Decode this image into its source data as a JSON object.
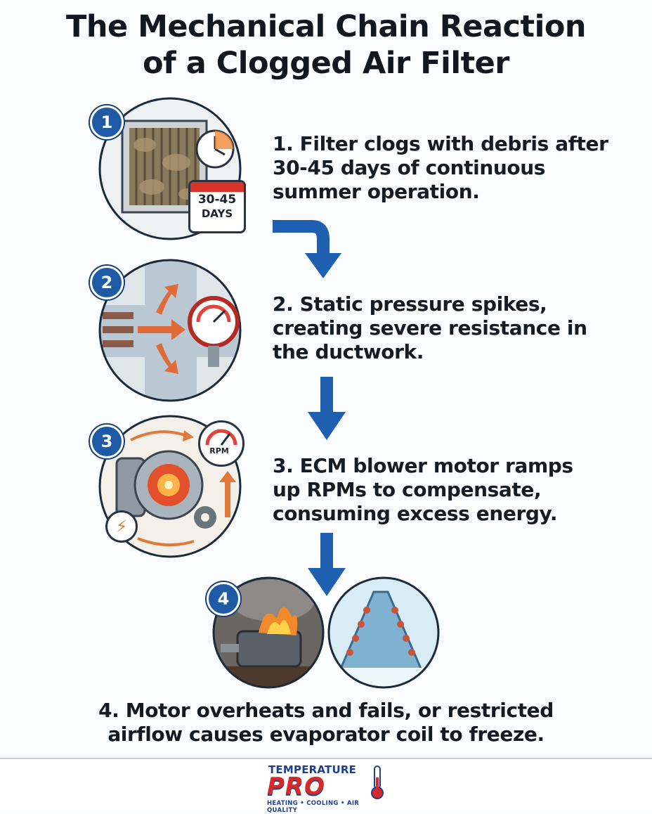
{
  "title_line1": "The Mechanical Chain Reaction",
  "title_line2": "of a Clogged Air Filter",
  "steps": [
    {
      "number": "1",
      "lines": [
        "1. Filter clogs with debris after",
        "30-45 days of continuous",
        "summer operation."
      ],
      "calendar_top": "30-45",
      "calendar_bottom": "DAYS"
    },
    {
      "number": "2",
      "lines": [
        "2. Static pressure spikes,",
        "creating severe resistance in",
        "the ductwork."
      ]
    },
    {
      "number": "3",
      "lines": [
        "3. ECM blower motor ramps",
        "up RPMs to compensate,",
        "consuming excess energy."
      ],
      "gauge_label": "RPM"
    },
    {
      "number": "4",
      "lines": [
        "4. Motor overheats and fails, or restricted",
        "airflow causes evaporator coil to freeze."
      ]
    }
  ],
  "logo": {
    "line1": "TEMPERATURE",
    "line2": "PRO",
    "tagline": "HEATING • COOLING • AIR QUALITY"
  },
  "colors": {
    "accent_blue": "#1f5aa6",
    "arrow_blue": "#1f5fb0",
    "brand_red": "#d62a2a"
  }
}
